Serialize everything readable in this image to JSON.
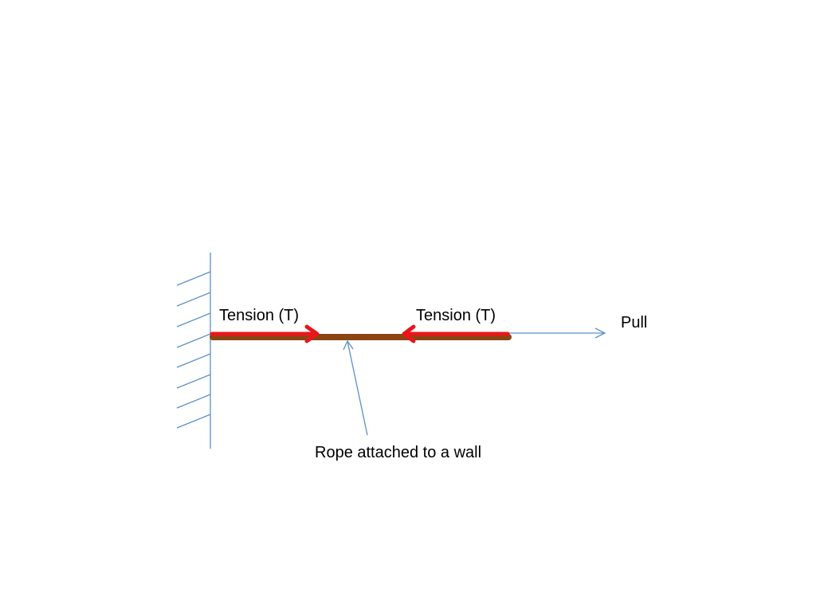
{
  "diagram": {
    "labels": {
      "tension_left": "Tension (T)",
      "tension_right": "Tension (T)",
      "pull": "Pull",
      "rope_caption": "Rope attached to a wall"
    },
    "colors": {
      "rope": "#8B4513",
      "tension_arrow": "#E8161B",
      "wall": "#5B8FC9",
      "pull_arrow": "#5B8FC9",
      "caption_pointer": "#5B8FC9"
    },
    "icons": {
      "wall": "hatched-wall-icon",
      "tension_arrow": "red-arrow-icon",
      "pull_arrow": "arrow-right-icon"
    }
  }
}
